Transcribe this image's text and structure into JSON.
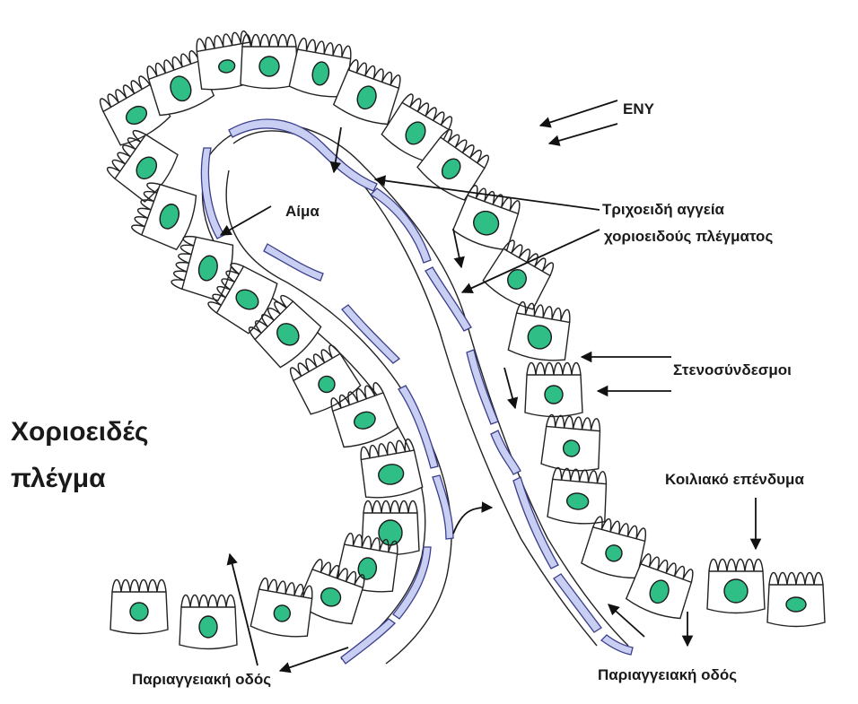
{
  "labels": {
    "eny": "ΕΝΥ",
    "capillaries_line1": "Τριχοειδή αγγεία",
    "capillaries_line2": "χοριοειδούς πλέγματος",
    "blood": "Αίμα",
    "tight_junctions": "Στενοσύνδεσμοι",
    "title_line1": "Χοριοειδές",
    "title_line2": "πλέγμα",
    "ependyma": "Κοιλιακό επένδυμα",
    "paracellular_left": "Παριαγγειακή οδός",
    "paracellular_right": "Παριαγγειακή οδός"
  },
  "colors": {
    "nucleus": "#2fbf86",
    "vessel_fill": "#c9cff2",
    "vessel_stroke": "#3b3f8a",
    "outline": "#222222"
  }
}
